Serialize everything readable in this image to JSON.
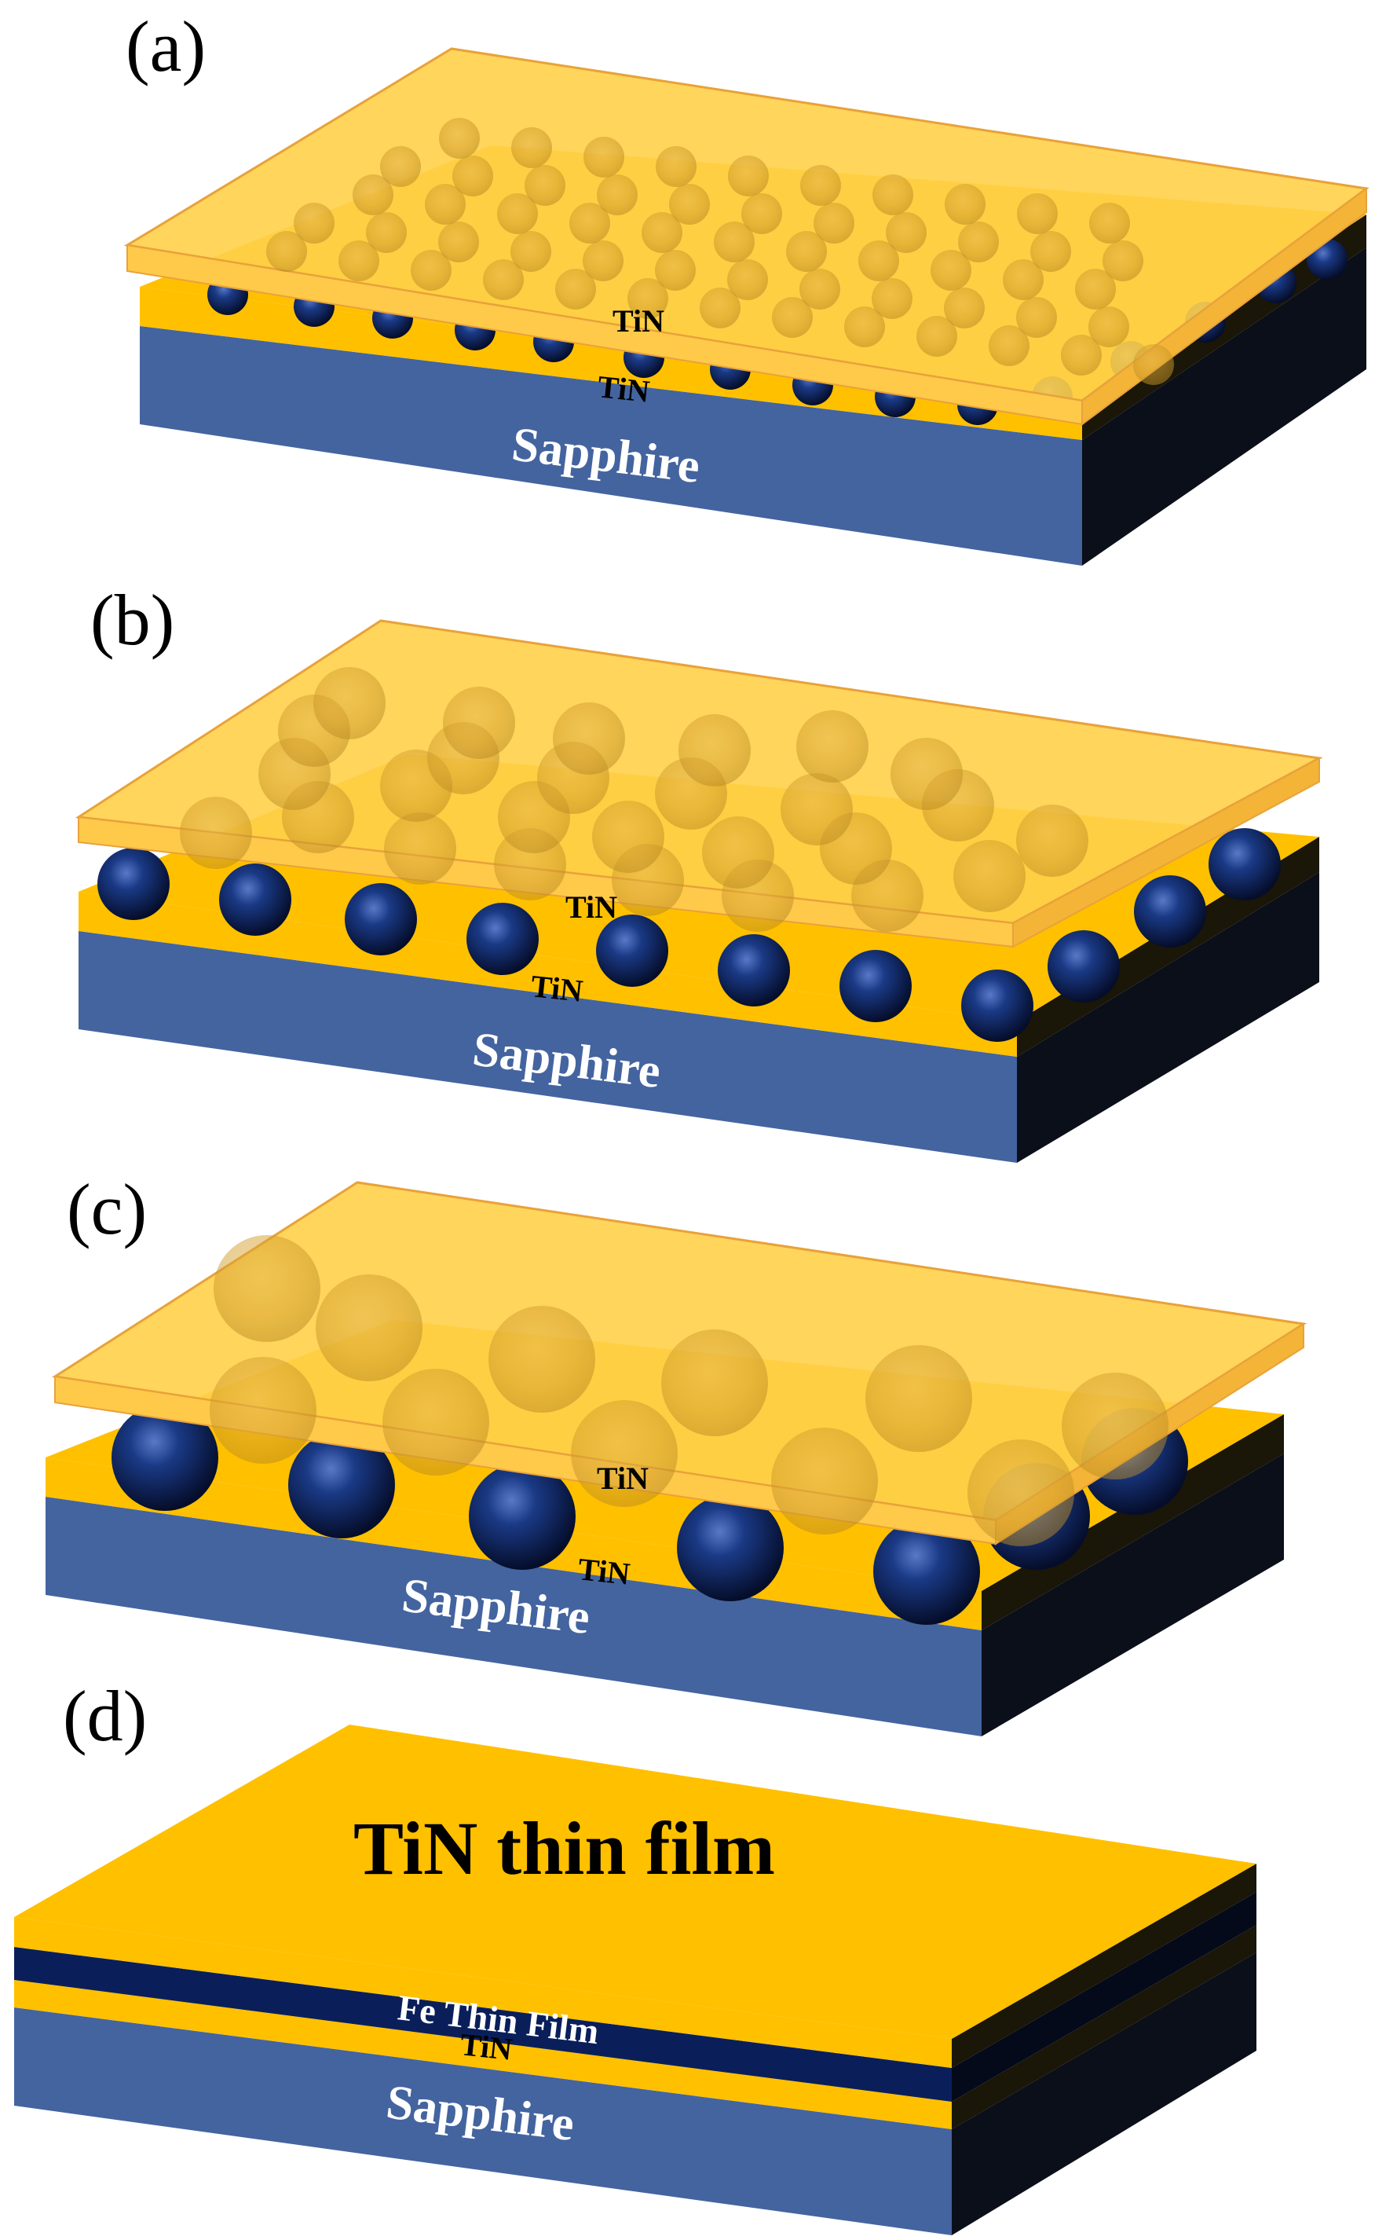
{
  "panels": [
    {
      "id": "a",
      "label": "(a)",
      "top_layer_label": "TiN",
      "bottom_layer_label": "TiN",
      "substrate_label": "Sapphire",
      "particle_size": "small"
    },
    {
      "id": "b",
      "label": "(b)",
      "top_layer_label": "TiN",
      "bottom_layer_label": "TiN",
      "substrate_label": "Sapphire",
      "particle_size": "medium"
    },
    {
      "id": "c",
      "label": "(c)",
      "top_layer_label": "TiN",
      "bottom_layer_label": "TiN",
      "substrate_label": "Sapphire",
      "particle_size": "large"
    },
    {
      "id": "d",
      "label": "(d)",
      "top_film_label": "TiN thin film",
      "middle_film_label": "Fe Thin Film",
      "bottom_layer_label": "TiN",
      "substrate_label": "Sapphire"
    }
  ],
  "colors": {
    "tin_film": "#ffc000",
    "tin_film_light": "#ffd04a",
    "tin_edge": "#e8a23a",
    "sapphire": "#4464a0",
    "side_dark": "#0b0f1a",
    "fe_particle": "#0e2a66",
    "fe_film": "#0a1f5a"
  }
}
